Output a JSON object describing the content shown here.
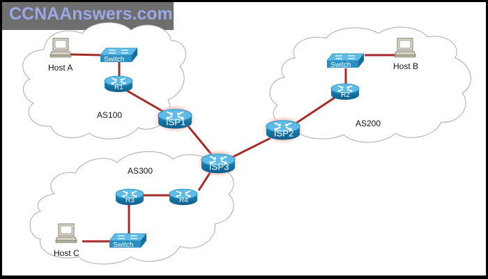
{
  "watermark": "CCNAAnswers.com",
  "colors": {
    "link": "#a52a2a",
    "device": "#2a8fc0",
    "device_top": "#4fb3df",
    "glow": "#f4a99a",
    "cloud_stroke": "#a9a9a9"
  },
  "clouds": [
    {
      "id": "AS100",
      "label": "AS100"
    },
    {
      "id": "AS200",
      "label": "AS200"
    },
    {
      "id": "AS300",
      "label": "AS300"
    }
  ],
  "devices": {
    "hostA": {
      "label": "Host A",
      "type": "pc-icon"
    },
    "hostB": {
      "label": "Host B",
      "type": "pc-icon"
    },
    "hostC": {
      "label": "Host C",
      "type": "pc-icon"
    },
    "sw1": {
      "label": "Switch",
      "type": "switch-icon"
    },
    "sw2": {
      "label": "Switch",
      "type": "switch-icon"
    },
    "sw3": {
      "label": "Switch",
      "type": "switch-icon"
    },
    "r1": {
      "label": "R1",
      "type": "router-icon"
    },
    "r2": {
      "label": "R2",
      "type": "router-icon"
    },
    "r3": {
      "label": "R3",
      "type": "router-icon"
    },
    "r4": {
      "label": "R4",
      "type": "router-icon"
    },
    "isp1": {
      "label": "ISP1",
      "type": "router-icon"
    },
    "isp2": {
      "label": "ISP2",
      "type": "router-icon"
    },
    "isp3": {
      "label": "ISP3",
      "type": "router-icon"
    }
  },
  "links": [
    [
      "hostA",
      "sw1"
    ],
    [
      "sw1",
      "r1"
    ],
    [
      "r1",
      "isp1"
    ],
    [
      "isp1",
      "isp3"
    ],
    [
      "isp3",
      "isp2"
    ],
    [
      "isp2",
      "r2"
    ],
    [
      "r2",
      "sw2"
    ],
    [
      "sw2",
      "hostB"
    ],
    [
      "isp3",
      "r4"
    ],
    [
      "r4",
      "r3"
    ],
    [
      "r3",
      "sw3"
    ],
    [
      "sw3",
      "hostC"
    ]
  ]
}
